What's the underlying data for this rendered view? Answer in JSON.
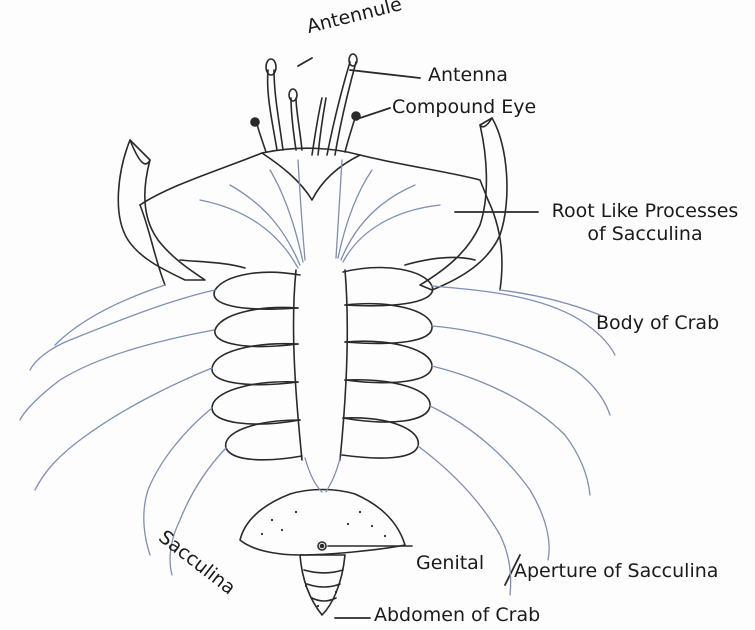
{
  "labels": {
    "antennule": "Antennule",
    "antenna": "Antenna",
    "compound_eye": "Compound Eye",
    "root_like_line1": "Root Like Processes",
    "root_like_line2": "of Sacculina",
    "body_of_crab": "Body of Crab",
    "sacculina": "Sacculina",
    "genital": "Genital",
    "aperture": "Aperture of Sacculina",
    "abdomen": "Abdomen of Crab"
  },
  "colors": {
    "ink": "#2a2a2a",
    "root_blue": "#7d8fb5",
    "background": "#fdfdfd"
  }
}
